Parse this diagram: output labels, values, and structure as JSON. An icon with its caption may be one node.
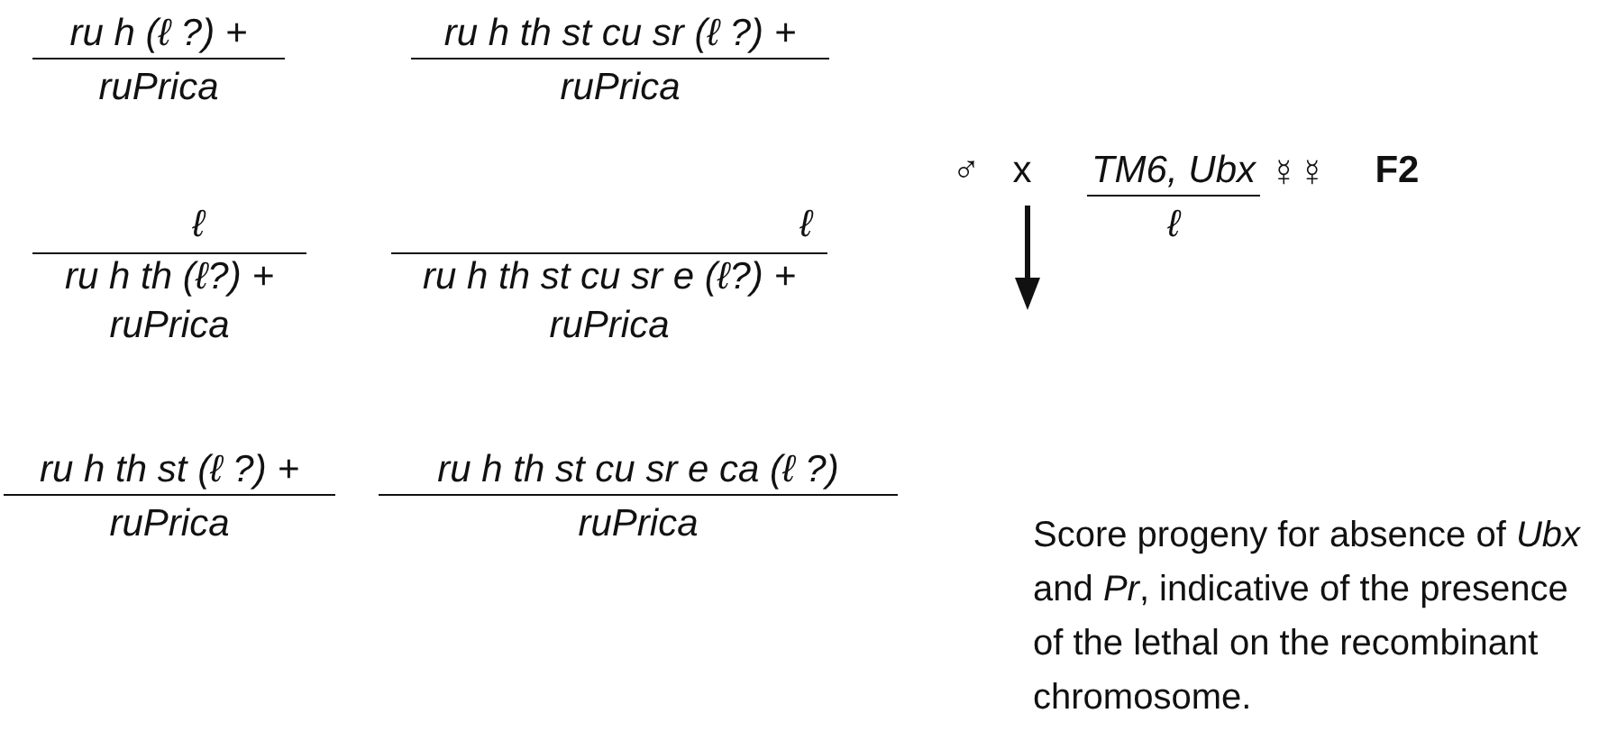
{
  "diagram": {
    "labels": [
      "ru h (ℓ ?) +",
      "ruPrica",
      "ru h th st cu sr (ℓ ?) +",
      "ruPrica",
      "ℓ",
      "ru h th (ℓ?) +",
      "ruPrica",
      "ℓ",
      "ru h th st cu sr e (ℓ?) +",
      "ruPrica",
      "♂",
      "x",
      "TM6, Ubx",
      "ℓ",
      "☿☿",
      "F2",
      "ru h th st (ℓ ?) +",
      "ruPrica",
      "ru h th st cu sr e ca (ℓ ?)",
      "ruPrica",
      "Score progeny for absence of *Ubx* and *Pr*, indicative of the presence of the lethal on the recombinant chromosome."
    ]
  }
}
